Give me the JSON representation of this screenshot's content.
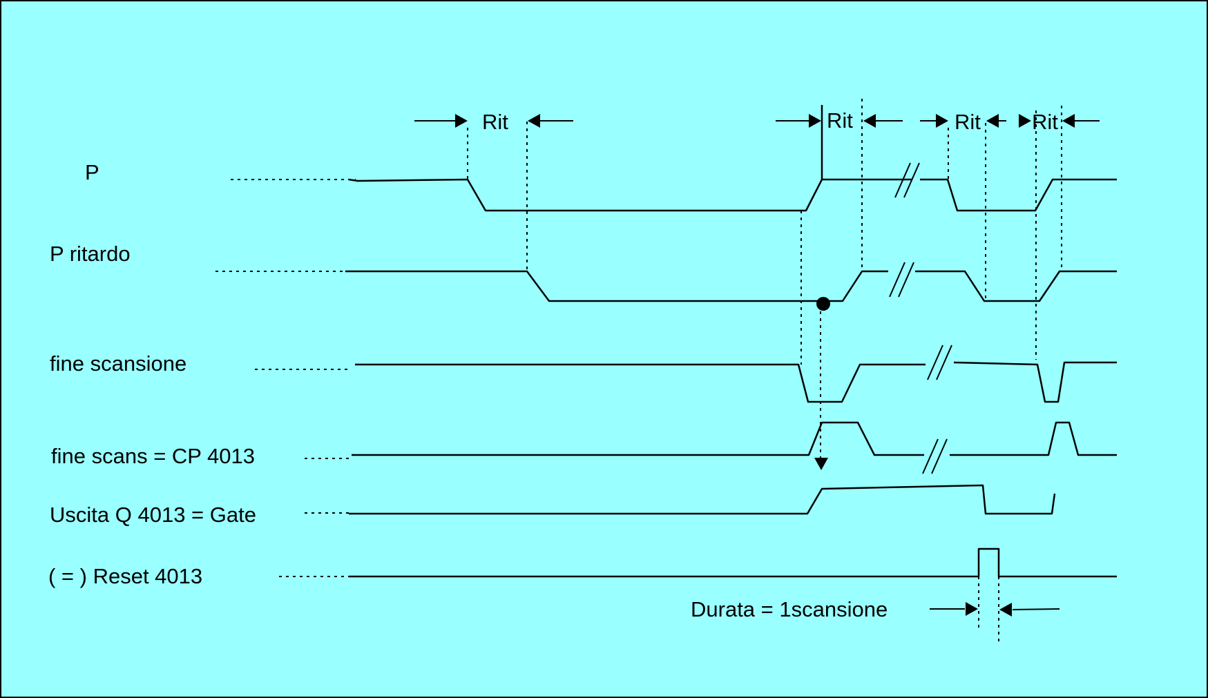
{
  "background_color": "#99ffff",
  "line_color": "#000000",
  "signals": [
    {
      "id": "p",
      "label": "P"
    },
    {
      "id": "p-ritardo",
      "label": "P ritardo"
    },
    {
      "id": "fine-scansione",
      "label": "fine scansione"
    },
    {
      "id": "cp-4013",
      "label": "fine scans = CP 4013"
    },
    {
      "id": "gate",
      "label": "Uscita Q  4013 = Gate"
    },
    {
      "id": "reset",
      "label": "( = ) Reset   4013"
    }
  ],
  "annotations": {
    "rit_1": "Rit",
    "rit_2": "Rit",
    "rit_3": "Rit",
    "rit_4": "Rit",
    "durata": "Durata  = 1scansione"
  }
}
